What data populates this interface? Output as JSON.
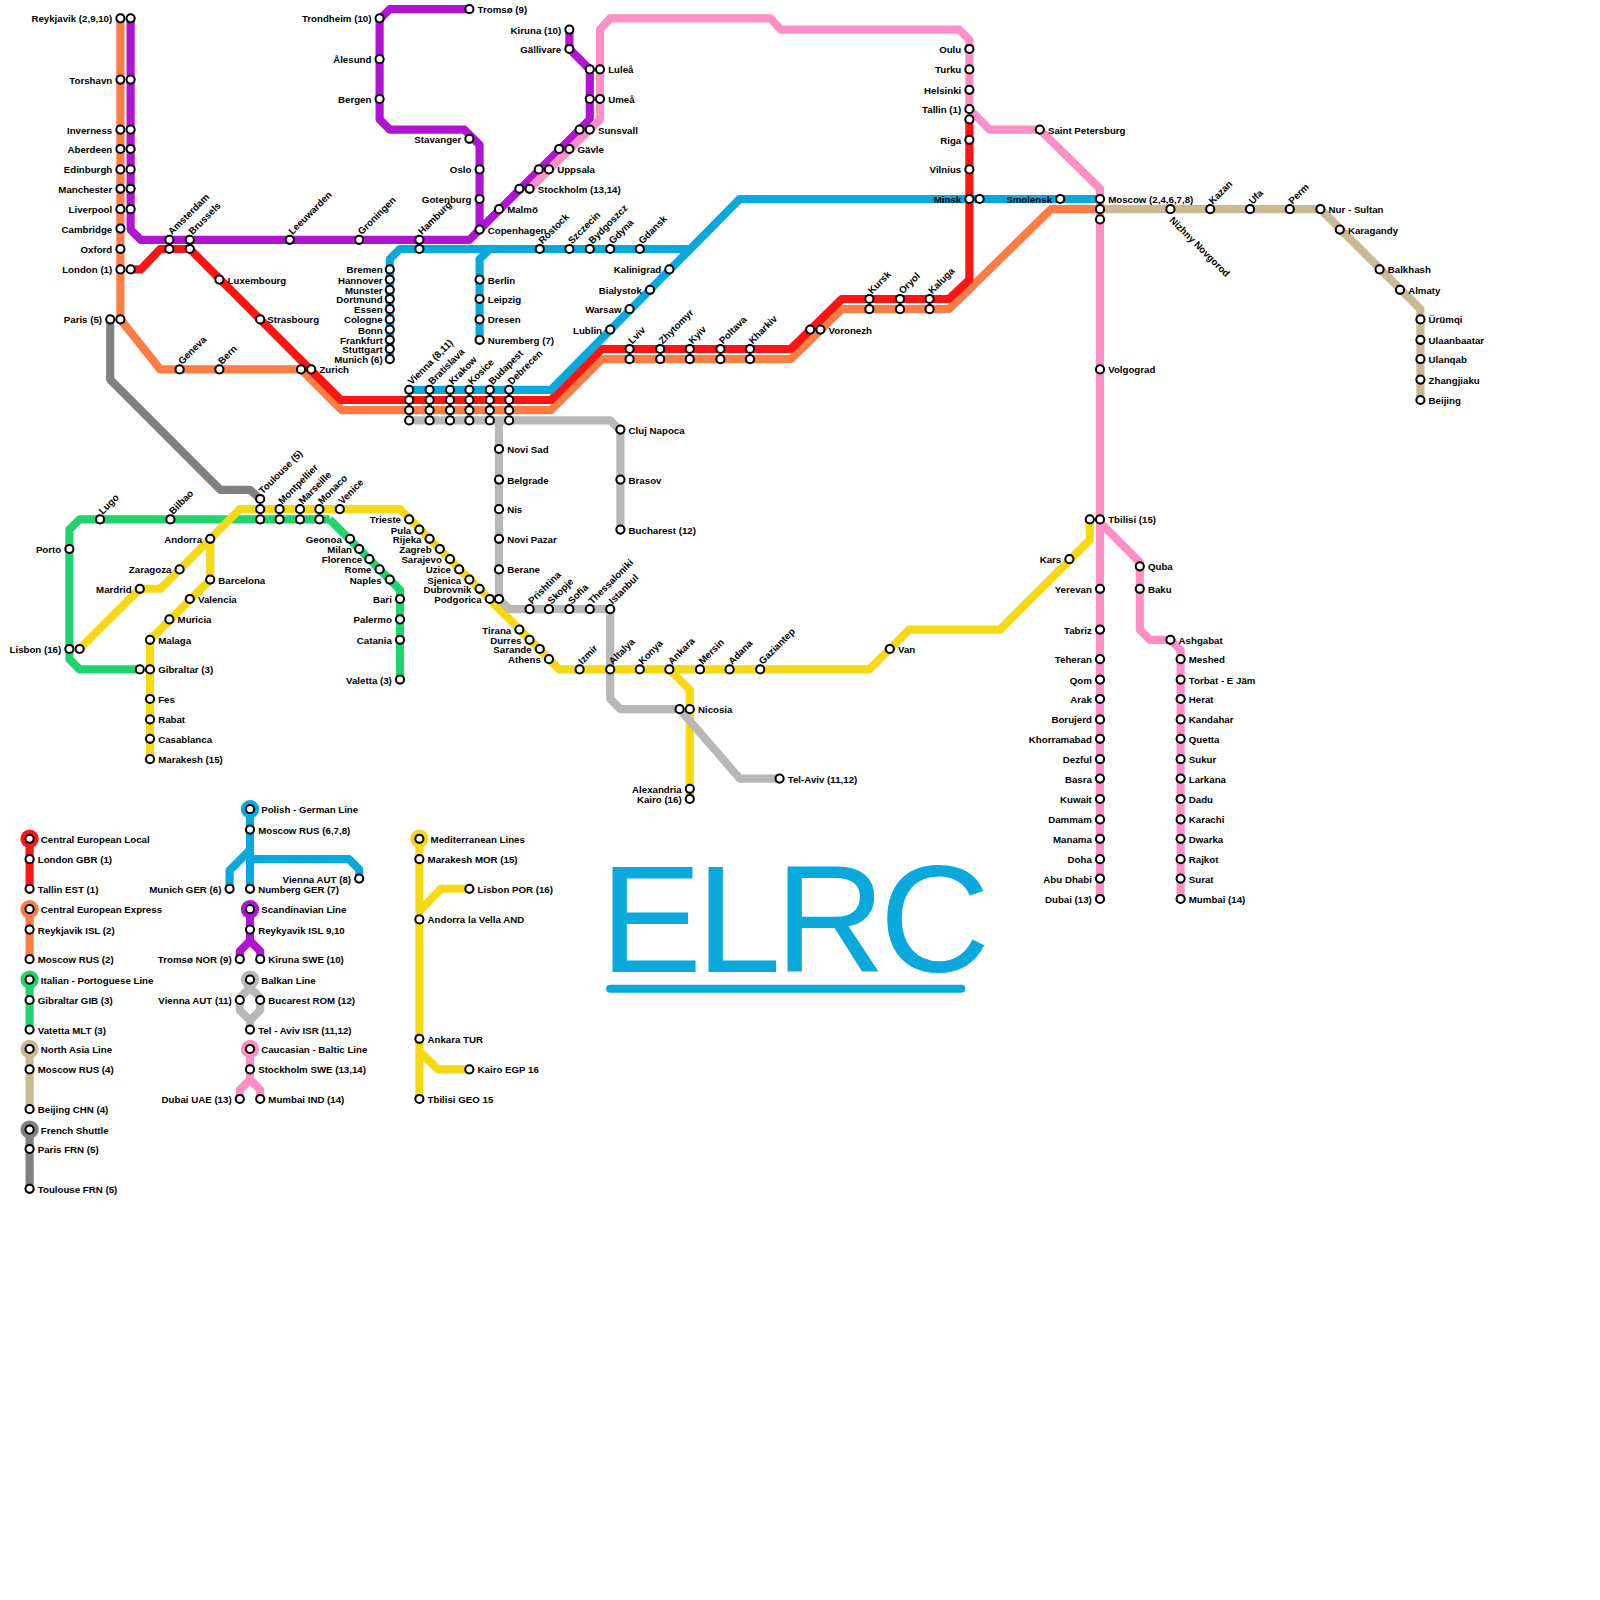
{
  "diagram": {
    "title": "ELRC",
    "labels": [
      "Reykjavik (2,9,10)",
      "Torshavn",
      "Inverness",
      "Aberdeen",
      "Edinburgh",
      "Manchester",
      "Liverpool",
      "Cambridge",
      "Oxford",
      "London (1)",
      "Paris (5)",
      "Amsterdam",
      "Brussels",
      "Luxembourg",
      "Strasbourg",
      "Geneva",
      "Bern",
      "Zurich",
      "Leeuwarden",
      "Groningen",
      "Hamburg",
      "Bremen",
      "Hannover",
      "Munster",
      "Dortmund",
      "Essen",
      "Cologne",
      "Bonn",
      "Frankfurt",
      "Stuttgart",
      "Munich (6)",
      "Berlin",
      "Leipzig",
      "Dresen",
      "Nuremberg (7)",
      "Trondheim (10)",
      "Ålesund",
      "Bergen",
      "Tromsø (9)",
      "Stavanger",
      "Oslo",
      "Gotenburg",
      "Copenhagen",
      "Malmö",
      "Stockholm (13,14)",
      "Uppsala",
      "Gävle",
      "Sunsvall",
      "Umeå",
      "Luleå",
      "Gällivare",
      "Kiruna (10)",
      "Rostock",
      "Szczecin",
      "Bydgoszcz",
      "Gdyna",
      "Gdansk",
      "Kalinigrad",
      "Bialystok",
      "Warsaw",
      "Lublin",
      "Oulu",
      "Turku",
      "Helsinki",
      "Tallin (1)",
      "Riga",
      "Vilnius",
      "Minsk",
      "Saint Petersburg",
      "Smolensk",
      "Moscow (2,4,6,7,8)",
      "Nizhny Novgorod",
      "Kazan",
      "Ufa",
      "Perm",
      "Nur - Sultan",
      "Karagandy",
      "Balkhash",
      "Almaty",
      "Ürümqi",
      "Ulaanbaatar",
      "Ulanqab",
      "Zhangjiaku",
      "Beijing",
      "Kursk",
      "Oryol",
      "Kaluga",
      "Voronezh",
      "Lviv",
      "Zhytomyr",
      "Kyiv",
      "Poltava",
      "Kharkiv",
      "Vienna (8,11)",
      "Bratislava",
      "Krakow",
      "Kosice",
      "Budapest",
      "Debrecen",
      "Cluj Napoca",
      "Brasov",
      "Bucharest (12)",
      "Novi Sad",
      "Belgrade",
      "Nis",
      "Novi Pazar",
      "Berane",
      "Prishtina",
      "Skopje",
      "Sofia",
      "Thessaloniki",
      "Istanbul",
      "Tirana",
      "Durres",
      "Sarande",
      "Athens",
      "Izmir",
      "Altalya",
      "Konya",
      "Ankara",
      "Mersin",
      "Adana",
      "Gaziantep",
      "Nicosia",
      "Alexandria",
      "Kairo (16)",
      "Tel-Aviv (11,12)",
      "Van",
      "Toulouse (5)",
      "Montpellier",
      "Marseille",
      "Monaco",
      "Venice",
      "Lugo",
      "Bilbao",
      "Porto",
      "Lisbon (16)",
      "Andorra",
      "Zaragoza",
      "Mardrid",
      "Barcelona",
      "Valencia",
      "Muricia",
      "Malaga",
      "Gibraltar (3)",
      "Fes",
      "Rabat",
      "Casablanca",
      "Marakesh (15)",
      "Geonoa",
      "Milan",
      "Florence",
      "Rome",
      "Naples",
      "Bari",
      "Palermo",
      "Catania",
      "Valetta (3)",
      "Trieste",
      "Pula",
      "Rijeka",
      "Zagreb",
      "Sarajevo",
      "Uzice",
      "Sjenica",
      "Dubrovnik",
      "Podgorica",
      "Tbilisi (15)",
      "Kars",
      "Yerevan",
      "Tabriz",
      "Teheran",
      "Qom",
      "Arak",
      "Borujerd",
      "Khorramabad",
      "Dezful",
      "Basra",
      "Kuwait",
      "Dammam",
      "Manama",
      "Doha",
      "Abu Dhabi",
      "Dubai (13)",
      "Volgograd",
      "Quba",
      "Baku",
      "Ashgabat",
      "Meshed",
      "Torbat - E Jäm",
      "Herat",
      "Kandahar",
      "Quetta",
      "Sukur",
      "Larkana",
      "Dadu",
      "Karachi",
      "Dwarka",
      "Rajkot",
      "Surat",
      "Mumbai (14)",
      "London GBR (1)",
      "Tallin EST (1)",
      "Reykjavik ISL (2)",
      "Moscow RUS (2)",
      "Gibraltar GIB (3)",
      "Vatetta MLT (3)",
      "Moscow RUS (4)",
      "Beijing CHN (4)",
      "Paris FRN (5)",
      "Toulouse FRN (5)",
      "Moscow RUS (6,7,8)",
      "Munich GER (6)",
      "Numberg GER (7)",
      "Vienna AUT (8)",
      "Reykyavik ISL 9,10",
      "Tromsø NOR (9)",
      "Kiruna SWE (10)",
      "Vienna AUT (11)",
      "Bucarest ROM (12)",
      "Tel - Aviv ISR (11,12)",
      "Stockholm SWE (13,14)",
      "Dubai UAE (13)",
      "Mumbai IND (14)",
      "Marakesh MOR (15)",
      "Lisbon POR (16)",
      "Andorra la Vella AND",
      "Ankara TUR",
      "Kairo EGP 16",
      "Tbilisi GEO 15"
    ],
    "legend": [
      {
        "text": "Central European Local",
        "color": "#ff1414"
      },
      {
        "text": "Central European Express",
        "color": "#fa7d45"
      },
      {
        "text": "Italian - Portoguese Line",
        "color": "#1fd46e"
      },
      {
        "text": "North Asia Line",
        "color": "#c9b994"
      },
      {
        "text": "French Shuttle",
        "color": "#808080"
      },
      {
        "text": "Polish - German Line",
        "color": "#0aa9dc"
      },
      {
        "text": "Scandinavian Line",
        "color": "#b014d0"
      },
      {
        "text": "Balkan Line",
        "color": "#b8b8b8"
      },
      {
        "text": "Caucasian - Baltic Line",
        "color": "#fb8fc6"
      },
      {
        "text": "Mediterranean Lines",
        "color": "#f6d813"
      }
    ]
  }
}
